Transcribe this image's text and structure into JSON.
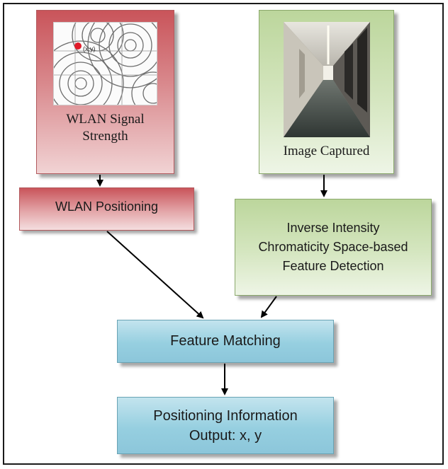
{
  "diagram": {
    "signal_box": {
      "caption_line1": "WLAN Signal",
      "caption_line2": "Strength",
      "image_label": "(x,y)"
    },
    "image_box": {
      "caption": "Image Captured"
    },
    "wlan_positioning": {
      "label": "WLAN Positioning"
    },
    "feature_detection": {
      "label": "Inverse Intensity Chromaticity Space-based Feature Detection"
    },
    "feature_matching": {
      "label": "Feature Matching"
    },
    "output": {
      "line1": "Positioning Information",
      "line2": "Output: x, y"
    },
    "colors": {
      "red_box": "#d9898d",
      "green_box": "#d5e6c0",
      "blue_box": "#96cfe0",
      "arrow": "#000000"
    }
  }
}
